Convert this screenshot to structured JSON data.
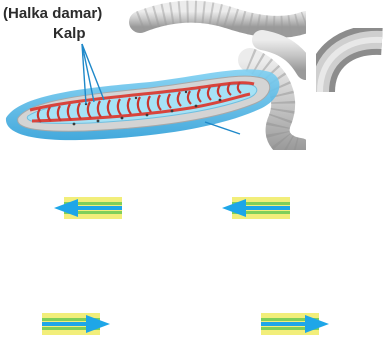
{
  "figure": {
    "label_ring_vessel": "(Halka damar)",
    "label_heart": "Kalp",
    "colors": {
      "worm_body": "#c9c9c9",
      "fluid_halo": "#4fb3e6",
      "gut": "#9ddff7",
      "vessel": "#d8443c"
    }
  },
  "arrows": [
    {
      "direction": "left",
      "icon": "arrow-left-icon"
    },
    {
      "direction": "left",
      "icon": "arrow-left-icon"
    },
    {
      "direction": "right",
      "icon": "arrow-right-icon"
    },
    {
      "direction": "right",
      "icon": "arrow-right-icon"
    }
  ],
  "arrow_colors": {
    "band_yellow": "#f2ee7a",
    "band_green": "#7fcf5a",
    "head_blue": "#1ea6e8"
  }
}
